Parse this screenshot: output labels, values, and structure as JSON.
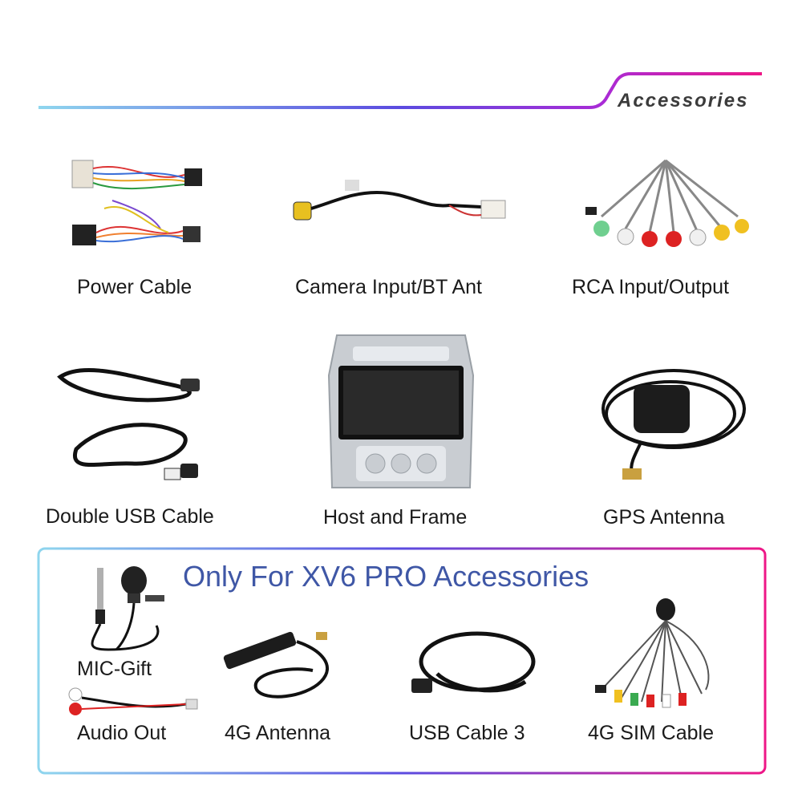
{
  "header": {
    "title": "Accessories"
  },
  "items": [
    {
      "label": "Power Cable"
    },
    {
      "label": "Camera Input/BT Ant"
    },
    {
      "label": "RCA Input/Output"
    },
    {
      "label": "Double USB Cable"
    },
    {
      "label": "Host and Frame"
    },
    {
      "label": "GPS Antenna"
    }
  ],
  "pro_section": {
    "title": "Only For XV6 PRO Accessories",
    "items": [
      {
        "label": "MIC-Gift"
      },
      {
        "label": "Audio Out"
      },
      {
        "label": "4G Antenna"
      },
      {
        "label": "USB Cable 3"
      },
      {
        "label": "4G SIM Cable"
      }
    ]
  },
  "colors": {
    "gradient_start": "#7fd3ea",
    "gradient_mid": "#6a3bd8",
    "gradient_end": "#e8178a",
    "pro_title": "#3f57a6"
  }
}
